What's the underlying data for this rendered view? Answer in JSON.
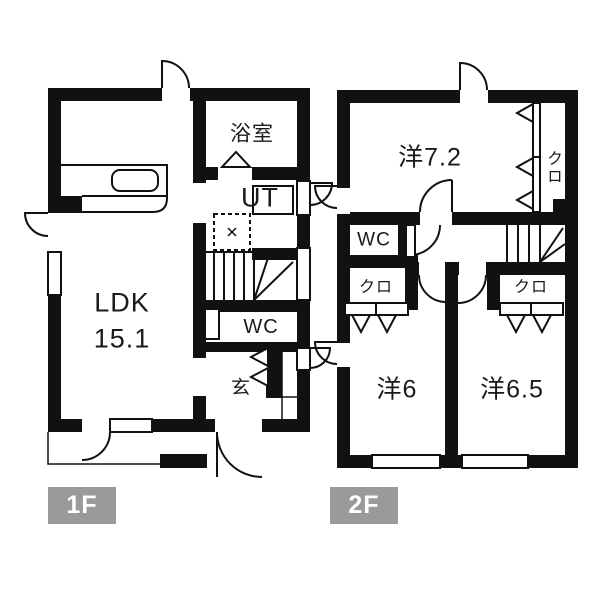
{
  "floors": [
    {
      "badge": "1F",
      "rooms": {
        "ldk": {
          "label": "LDK",
          "area": "15.1"
        },
        "bath": {
          "label": "浴室"
        },
        "utility": {
          "label": "UT"
        },
        "wc": {
          "label": "WC"
        },
        "entrance": {
          "label": "玄"
        }
      }
    },
    {
      "badge": "2F",
      "rooms": {
        "bedroom_7_2": {
          "label": "洋7.2"
        },
        "closet_main": {
          "label": "クロ"
        },
        "wc": {
          "label": "WC"
        },
        "closet_west": {
          "label": "クロ"
        },
        "closet_east": {
          "label": "クロ"
        },
        "bedroom_6": {
          "label": "洋6"
        },
        "bedroom_6_5": {
          "label": "洋6.5"
        }
      }
    }
  ],
  "colors": {
    "wall": "#111111",
    "background": "#ffffff",
    "badge_bg": "#9a9a9a",
    "badge_text": "#ffffff"
  }
}
